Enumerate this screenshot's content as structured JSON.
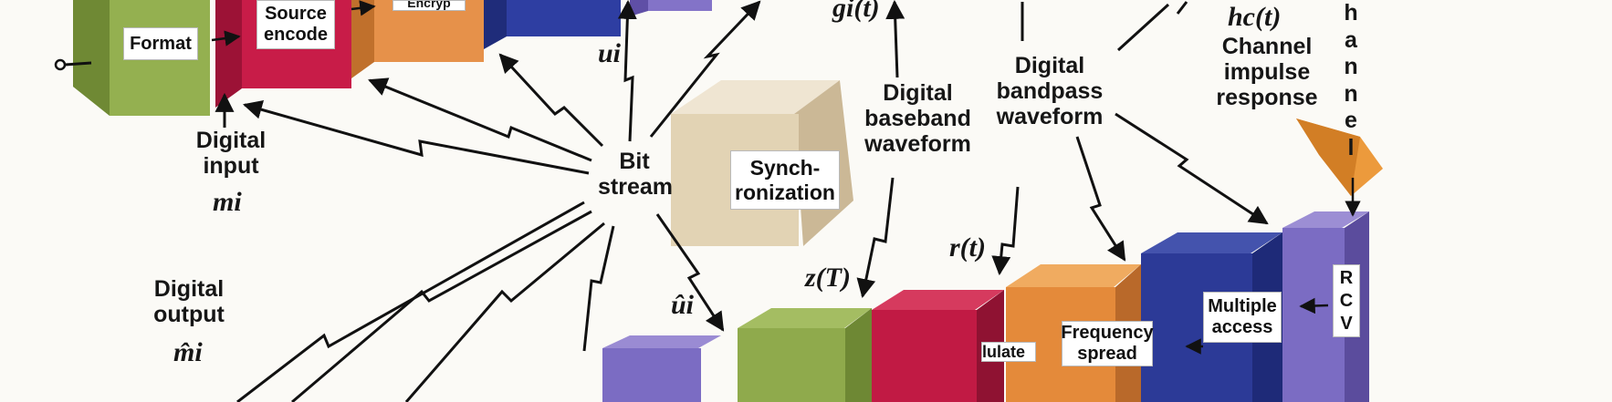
{
  "blocks": {
    "format": "Format",
    "source_encode": "Source\nencode",
    "encrypt": "Encryp",
    "synchronization": "Synch-\nronization",
    "frequency_despread": "Frequency\nspread",
    "multiple_access": "Multiple\naccess",
    "rcv": [
      "R",
      "C",
      "V"
    ],
    "demodulate": "lulate"
  },
  "labels": {
    "digital_input": "Digital\ninput",
    "digital_output": "Digital\noutput",
    "bit_stream": "Bit\nstream",
    "digital_baseband": "Digital\nbaseband\nwaveform",
    "digital_bandpass": "Digital\nbandpass\nwaveform",
    "channel_impulse": "Channel\nimpulse\nresponse",
    "channel_vertical": [
      "h",
      "a",
      "n",
      "n",
      "e",
      "l"
    ]
  },
  "math": {
    "g_i_t": "gi(t)",
    "u_i": "ui",
    "m_i": "mi",
    "h_c_t": "hc(t)",
    "r_t": "r(t)",
    "z_T": "z(T)",
    "u_hat_i": "ûi",
    "m_hat_i": "m̂i"
  },
  "colors": {
    "format": "#8faa4c",
    "source": "#c21a44",
    "encrypt": "#e08a3c",
    "blue": "#2b3a9a",
    "purple": "#7a6ac0",
    "sync": "#e4d6bc",
    "orange_channel": "#ec9a3c",
    "background": "#fbfaf6"
  }
}
